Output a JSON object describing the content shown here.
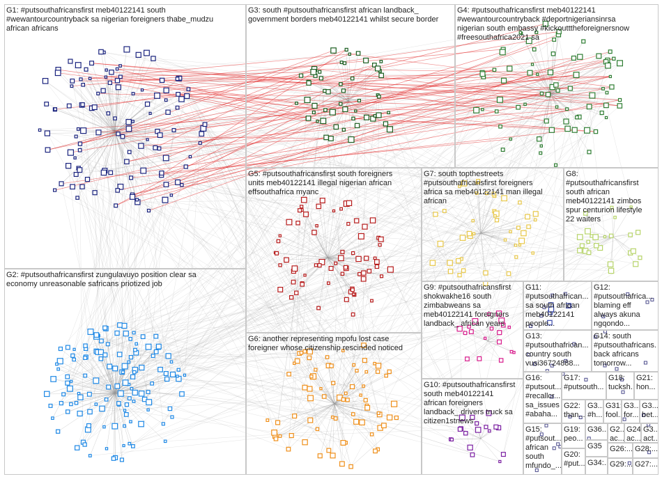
{
  "colors": {
    "edge_gray": "#9a9a9a",
    "edge_red": "#e01818",
    "box_border": "#c8c8c8",
    "G1": "#1a237e",
    "G2": "#1e88e5",
    "G3": "#1b5e20",
    "G4": "#2e7d32",
    "G5": "#b71c1c",
    "G6": "#ef8f1a",
    "G7": "#e8c84a",
    "G8": "#b7d46a",
    "G9": "#d81b8c",
    "G10": "#7b1fa2",
    "G11": "#3949ab",
    "small": "#4a4a8a"
  },
  "groups": [
    {
      "id": "G1",
      "label": "G1: #putsouthafricansfirst meb40122141 south\n#wewantourcountryback sa nigerian foreigners thabe_mudzu\nafrican africans"
    },
    {
      "id": "G2",
      "label": "G2: #putsouthafricansfirst zungulavuyo position clear sa\neconomy unreasonable safricans priotized job"
    },
    {
      "id": "G3",
      "label": "G3: south #putsouthafricansfirst african landback_\ngovernment borders meb40122141 whilst secure border"
    },
    {
      "id": "G4",
      "label": "G4: #putsouthafricansfirst meb40122141\n#wewantourcountryback #deportnigeriansinrsa\nnigerian south embassy #kickoutttheforeignersnow\n#freesouthafrica2021 sa"
    },
    {
      "id": "G5",
      "label": "G5: #putsouthafricansfirst south foreigners\nunits meb40122141 illegal nigerian african\neffsouthafrica myanc"
    },
    {
      "id": "G6",
      "label": "G6: another representing mpofu lost case\nforeigner whose citizenship rescinded noticed"
    },
    {
      "id": "G7",
      "label": "G7: south topthestreets\n#putsouthafricansfirst foreigners\nafrica sa meb40122141 man illegal\nafrican"
    },
    {
      "id": "G8",
      "label": "G8:\n#putsouthafricansfirst\nsouth african\nmeb40122141 zimbos\nspur centurion lifestyle\n22 waiters"
    },
    {
      "id": "G9",
      "label": "G9: #putsouthafricansfirst\nshokwakhe16 south\nzimbabweans sa\nmeb40122141 foreigners\nlandback_ african years"
    },
    {
      "id": "G10",
      "label": "G10: #putsouthafricansfirst\nsouth meb40122141\nafrican foreigners\nlandback_ drivers truck sa\ncitizen1stnews"
    },
    {
      "id": "G11",
      "label": "G11:\n#putsouthafrican...\nsa south african\nmeb40122141\npeople..."
    },
    {
      "id": "G12",
      "label": "G12:\n#putsouthafrica...\nblaming eff\nalways akuna\nngqondo..."
    },
    {
      "id": "G13",
      "label": "G13:\n#putsouthafrican...\ncountry south\nvusi36724888..."
    },
    {
      "id": "G14",
      "label": "G14: south\n#putsouthafricans...\nback africans\ntomorrow..."
    },
    {
      "id": "G15",
      "label": "G15:\n#putsout...\nafrican\nsouth\nmfundo_..."
    },
    {
      "id": "G16",
      "label": "G16:\n#putsout...\n#recallcr...\nsa_issues\n#abaha..."
    },
    {
      "id": "G17",
      "label": "G17:\n#putsouth..."
    },
    {
      "id": "G18",
      "label": "G18:\ntucksh..."
    },
    {
      "id": "G19",
      "label": "G19:\npeo..."
    },
    {
      "id": "G20",
      "label": "G20:\n#put..."
    },
    {
      "id": "G21",
      "label": "G21:\nhon..."
    },
    {
      "id": "G22",
      "label": "G22:\nthan..."
    },
    {
      "id": "G23",
      "label": "G3...\n#h..."
    },
    {
      "id": "G24",
      "label": "G24\nac..."
    },
    {
      "id": "G25",
      "label": "G2...\nac..."
    },
    {
      "id": "G26",
      "label": "G26:..."
    },
    {
      "id": "G27",
      "label": "G27:..."
    },
    {
      "id": "G28",
      "label": "G28:..."
    },
    {
      "id": "G29",
      "label": "G29:..."
    },
    {
      "id": "G30",
      "label": "G3...\nbet..."
    },
    {
      "id": "G31",
      "label": "G31:\nfool..."
    },
    {
      "id": "G32",
      "label": "G3...\nfor..."
    },
    {
      "id": "G33",
      "label": "G3...\nact..."
    },
    {
      "id": "G34",
      "label": "G34:..."
    },
    {
      "id": "G35",
      "label": "G35"
    },
    {
      "id": "G36",
      "label": "G36..."
    }
  ]
}
